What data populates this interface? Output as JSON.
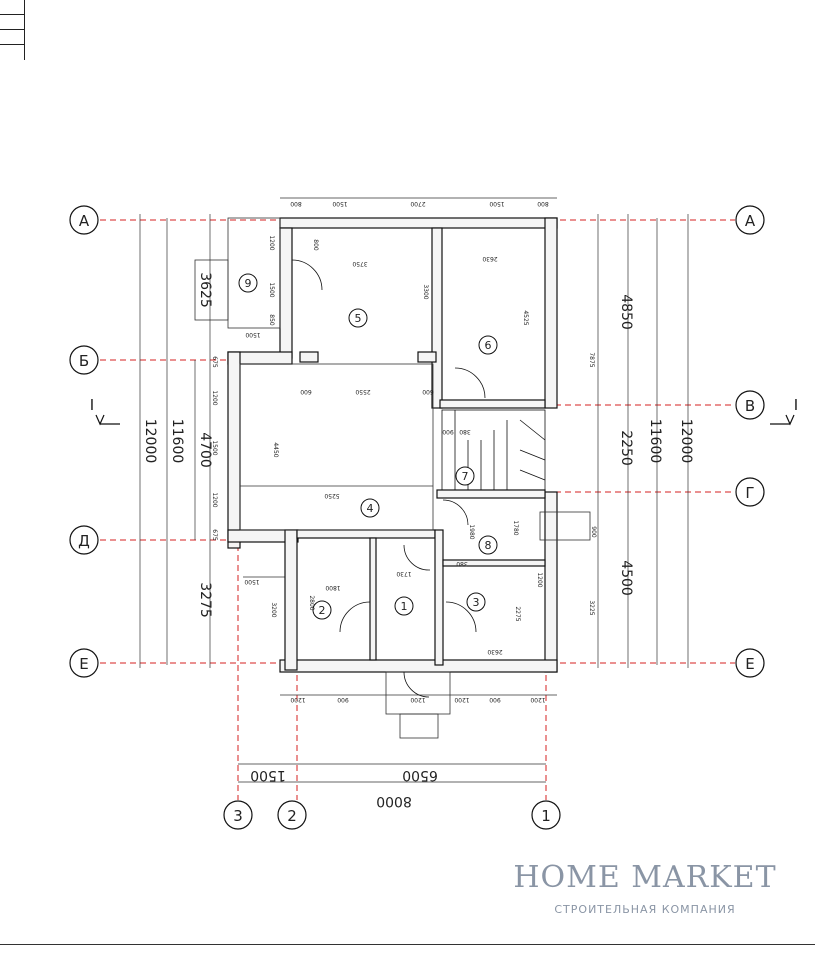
{
  "axes_rows": [
    "А",
    "Б",
    "В",
    "Г",
    "Д",
    "Е"
  ],
  "axes_cols": [
    "1",
    "2",
    "3"
  ],
  "section_mark": "I",
  "dims_left": [
    "12000",
    "11600",
    "4700",
    "3625",
    "3275"
  ],
  "dims_right": [
    "12000",
    "11600",
    "4850",
    "2250",
    "4500"
  ],
  "dims_bottom": [
    "8000",
    "6500",
    "1500"
  ],
  "dims_top": [
    "800",
    "1500",
    "2700",
    "1500",
    "800"
  ],
  "dims_bottom_small": [
    "1200",
    "900",
    "1200",
    "1200",
    "900",
    "1200"
  ],
  "rooms": [
    "1",
    "2",
    "3",
    "4",
    "5",
    "6",
    "7",
    "8",
    "9"
  ],
  "inner_dims": [
    "3750",
    "800",
    "1200",
    "1500",
    "850",
    "1500",
    "3300",
    "2630",
    "4525",
    "600",
    "2550",
    "600",
    "900",
    "380",
    "4450",
    "5250",
    "1980",
    "1780",
    "900",
    "380",
    "1730",
    "1800",
    "2800",
    "3200",
    "2275",
    "2630",
    "1200",
    "3225",
    "7875",
    "675",
    "1200",
    "1500",
    "1200",
    "675",
    "1500"
  ],
  "brand": {
    "name": "HOME MARKET",
    "tagline": "СТРОИТЕЛЬНАЯ КОМПАНИЯ"
  }
}
